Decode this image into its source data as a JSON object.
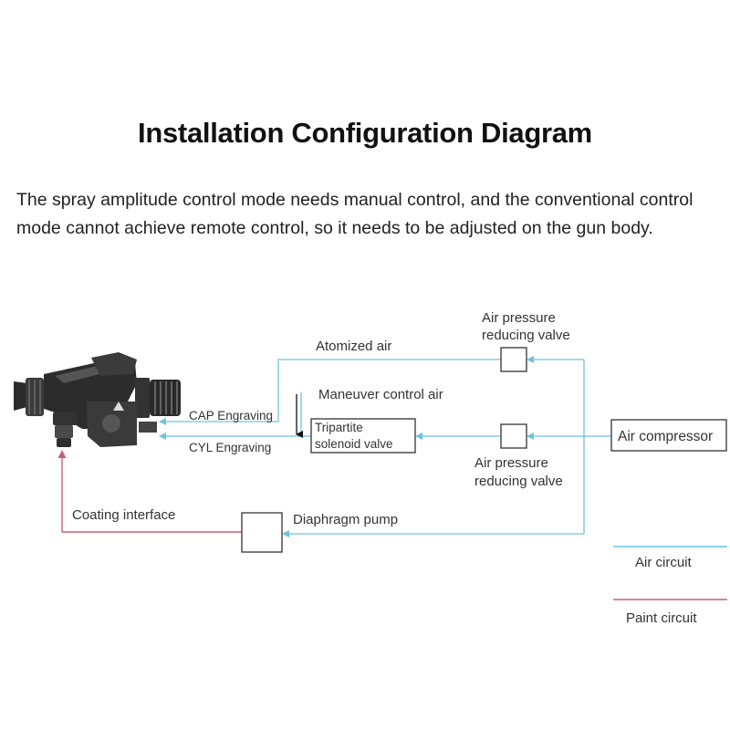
{
  "title": "Installation Configuration Diagram",
  "description": "The spray amplitude control mode needs manual control, and the conventional control mode cannot achieve remote control, so it needs to be adjusted on the gun body.",
  "labels": {
    "air_pressure_top_1": "Air pressure",
    "air_pressure_top_2": "reducing valve",
    "atomized_air": "Atomized air",
    "maneuver_control_air": "Maneuver control air",
    "cap_engraving": "CAP Engraving",
    "cyl_engraving": "CYL Engraving",
    "tripartite_1": "Tripartite",
    "tripartite_2": "solenoid valve",
    "air_compressor": "Air compressor",
    "air_pressure_bottom_1": "Air pressure",
    "air_pressure_bottom_2": "reducing valve",
    "coating_interface": "Coating interface",
    "diaphragm_pump": "Diaphragm pump"
  },
  "legend": {
    "air_circuit": "Air circuit",
    "paint_circuit": "Paint circuit"
  },
  "colors": {
    "air": "#6cc4e0",
    "paint": "#c9607a",
    "box": "#333333"
  }
}
